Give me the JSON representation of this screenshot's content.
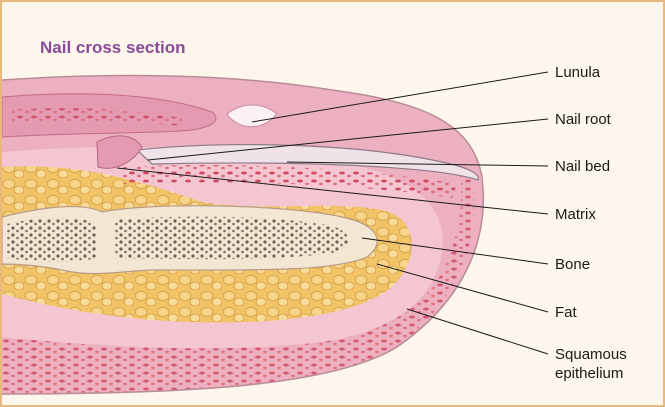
{
  "title": "Nail cross section",
  "labels": {
    "lunula": "Lunula",
    "nail_root": "Nail root",
    "nail_bed": "Nail bed",
    "matrix": "Matrix",
    "bone": "Bone",
    "fat": "Fat",
    "squamous_line1": "Squamous",
    "squamous_line2": "epithelium"
  },
  "colors": {
    "frame_border": "#e8b87f",
    "background": "#fdf6ec",
    "title": "#8a4a9a",
    "skin_pink": "#e7a3b6",
    "dermis_red": "#d9576a",
    "fat_yellow": "#f2c468",
    "bone_cream": "#f3e6d2",
    "marrow_dots": "#6e6257",
    "nail_plate": "#efe2e8"
  }
}
